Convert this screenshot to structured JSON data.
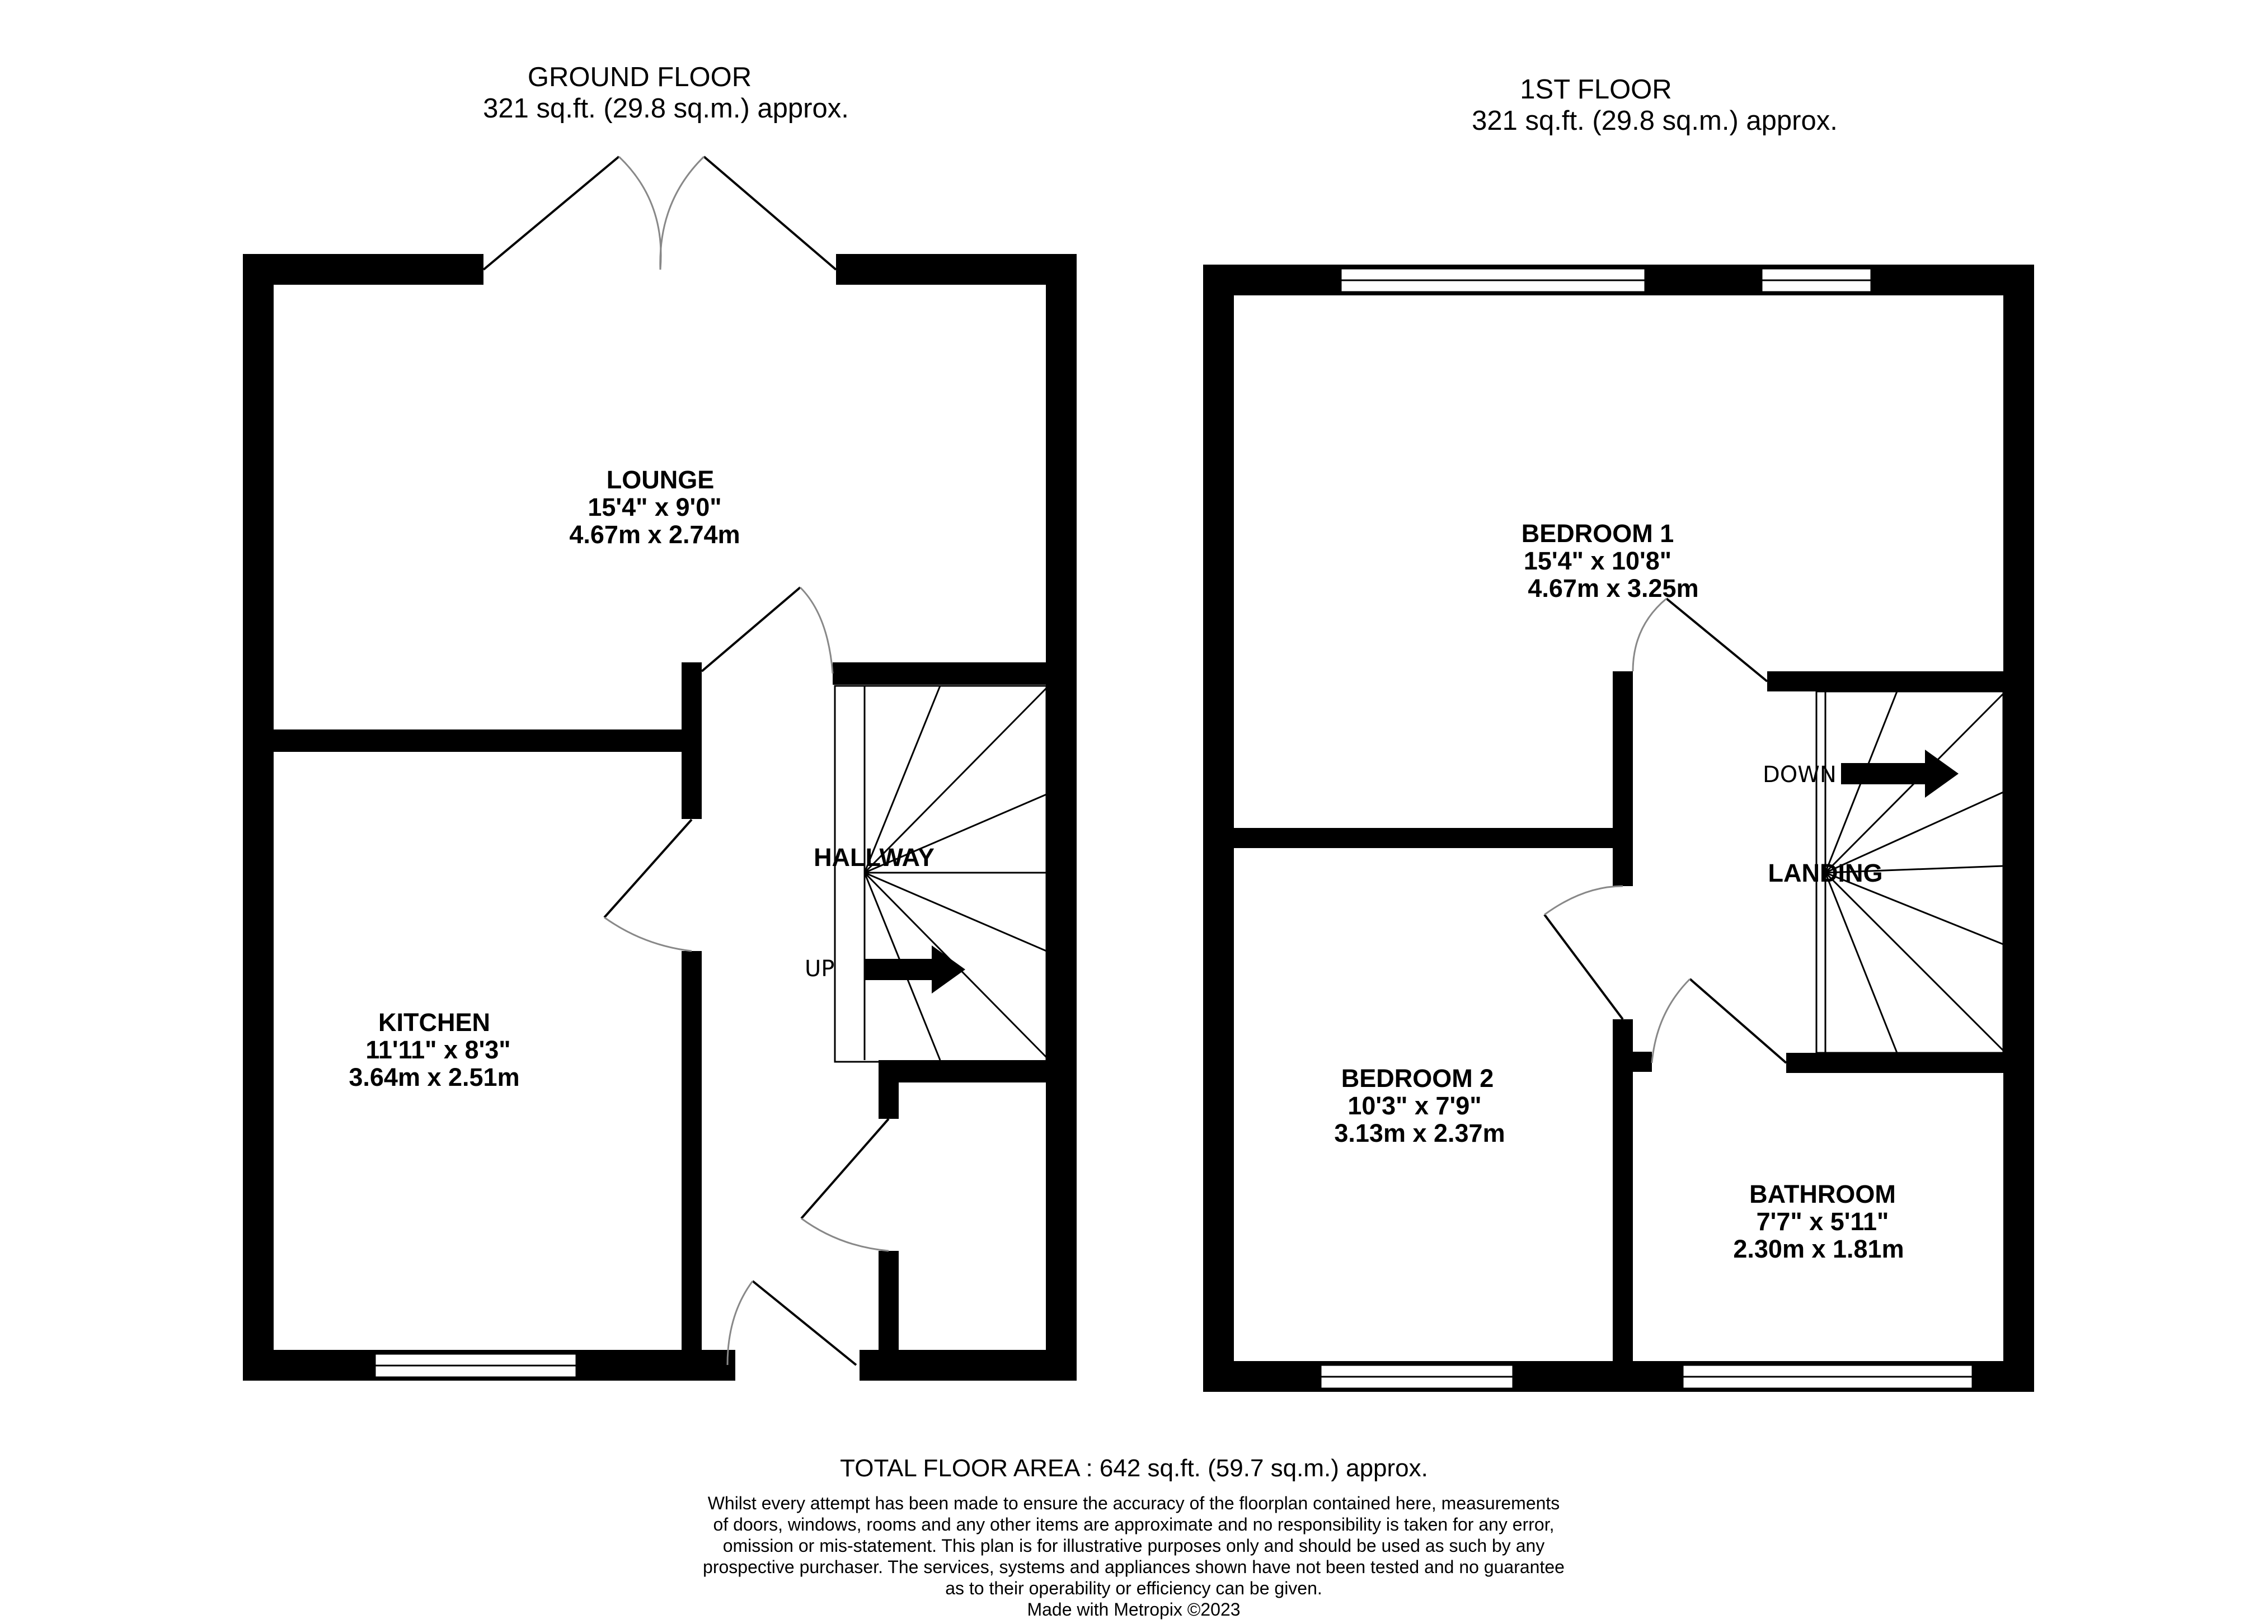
{
  "ground_floor": {
    "title": "GROUND FLOOR",
    "area": "321 sq.ft. (29.8 sq.m.) approx.",
    "rooms": [
      {
        "name": "LOUNGE",
        "imperial": "15'4\"  x 9'0\"",
        "metric": "4.67m  x 2.74m"
      },
      {
        "name": "KITCHEN",
        "imperial": "11'11\"  x 8'3\"",
        "metric": "3.64m  x 2.51m"
      },
      {
        "name": "HALLWAY",
        "imperial": "",
        "metric": ""
      }
    ],
    "stair_label": "UP"
  },
  "first_floor": {
    "title": "1ST FLOOR",
    "area": "321 sq.ft. (29.8 sq.m.) approx.",
    "rooms": [
      {
        "name": "BEDROOM 1",
        "imperial": "15'4\"  x 10'8\"",
        "metric": "4.67m  x 3.25m"
      },
      {
        "name": "BEDROOM 2",
        "imperial": "10'3\"  x 7'9\"",
        "metric": "3.13m  x 2.37m"
      },
      {
        "name": "BATHROOM",
        "imperial": "7'7\"  x 5'11\"",
        "metric": "2.30m  x 1.81m"
      },
      {
        "name": "LANDING",
        "imperial": "",
        "metric": ""
      }
    ],
    "stair_label": "DOWN"
  },
  "footer": {
    "total_area": "TOTAL FLOOR AREA : 642 sq.ft. (59.7 sq.m.) approx.",
    "disclaimer": [
      "Whilst every attempt has been made to ensure the accuracy of the floorplan contained here, measurements",
      "of doors, windows, rooms and any other items are approximate and no responsibility is taken for any error,",
      "omission or mis-statement. This plan is for illustrative purposes only and should be used as such by any",
      "prospective purchaser. The services, systems and appliances shown have not been tested and no guarantee",
      "as to their operability or efficiency can be given."
    ],
    "credit": "Made with Metropix ©2023"
  },
  "colors": {
    "wall": "#000000",
    "door_arc": "#888888",
    "background": "#ffffff"
  }
}
